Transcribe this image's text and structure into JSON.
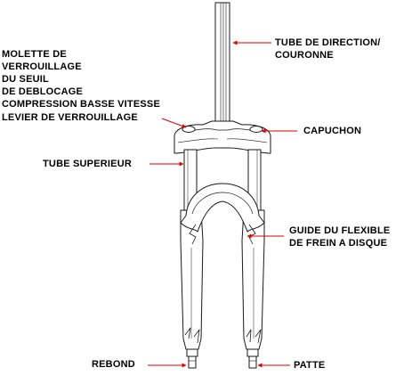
{
  "labels": {
    "steerer": [
      "TUBE DE DIRECTION/",
      "COURONNE"
    ],
    "lockout_dial": [
      "MOLETTE DE",
      "VERROUILLAGE",
      "DU SEUIL",
      "DE DEBLOCAGE"
    ],
    "low_speed_compression": "COMPRESSION BASSE VITESSE",
    "lockout_lever": "LEVIER DE VERROUILLAGE",
    "cap": "CAPUCHON",
    "upper_tube": "TUBE SUPERIEUR",
    "brake_hose_guide": [
      "GUIDE DU FLEXIBLE",
      "DE FREIN A DISQUE"
    ],
    "rebound": "REBOND",
    "dropout": "PATTE"
  },
  "colors": {
    "leader": "#e00000",
    "line": "#1a1a1a",
    "text": "#000000"
  }
}
